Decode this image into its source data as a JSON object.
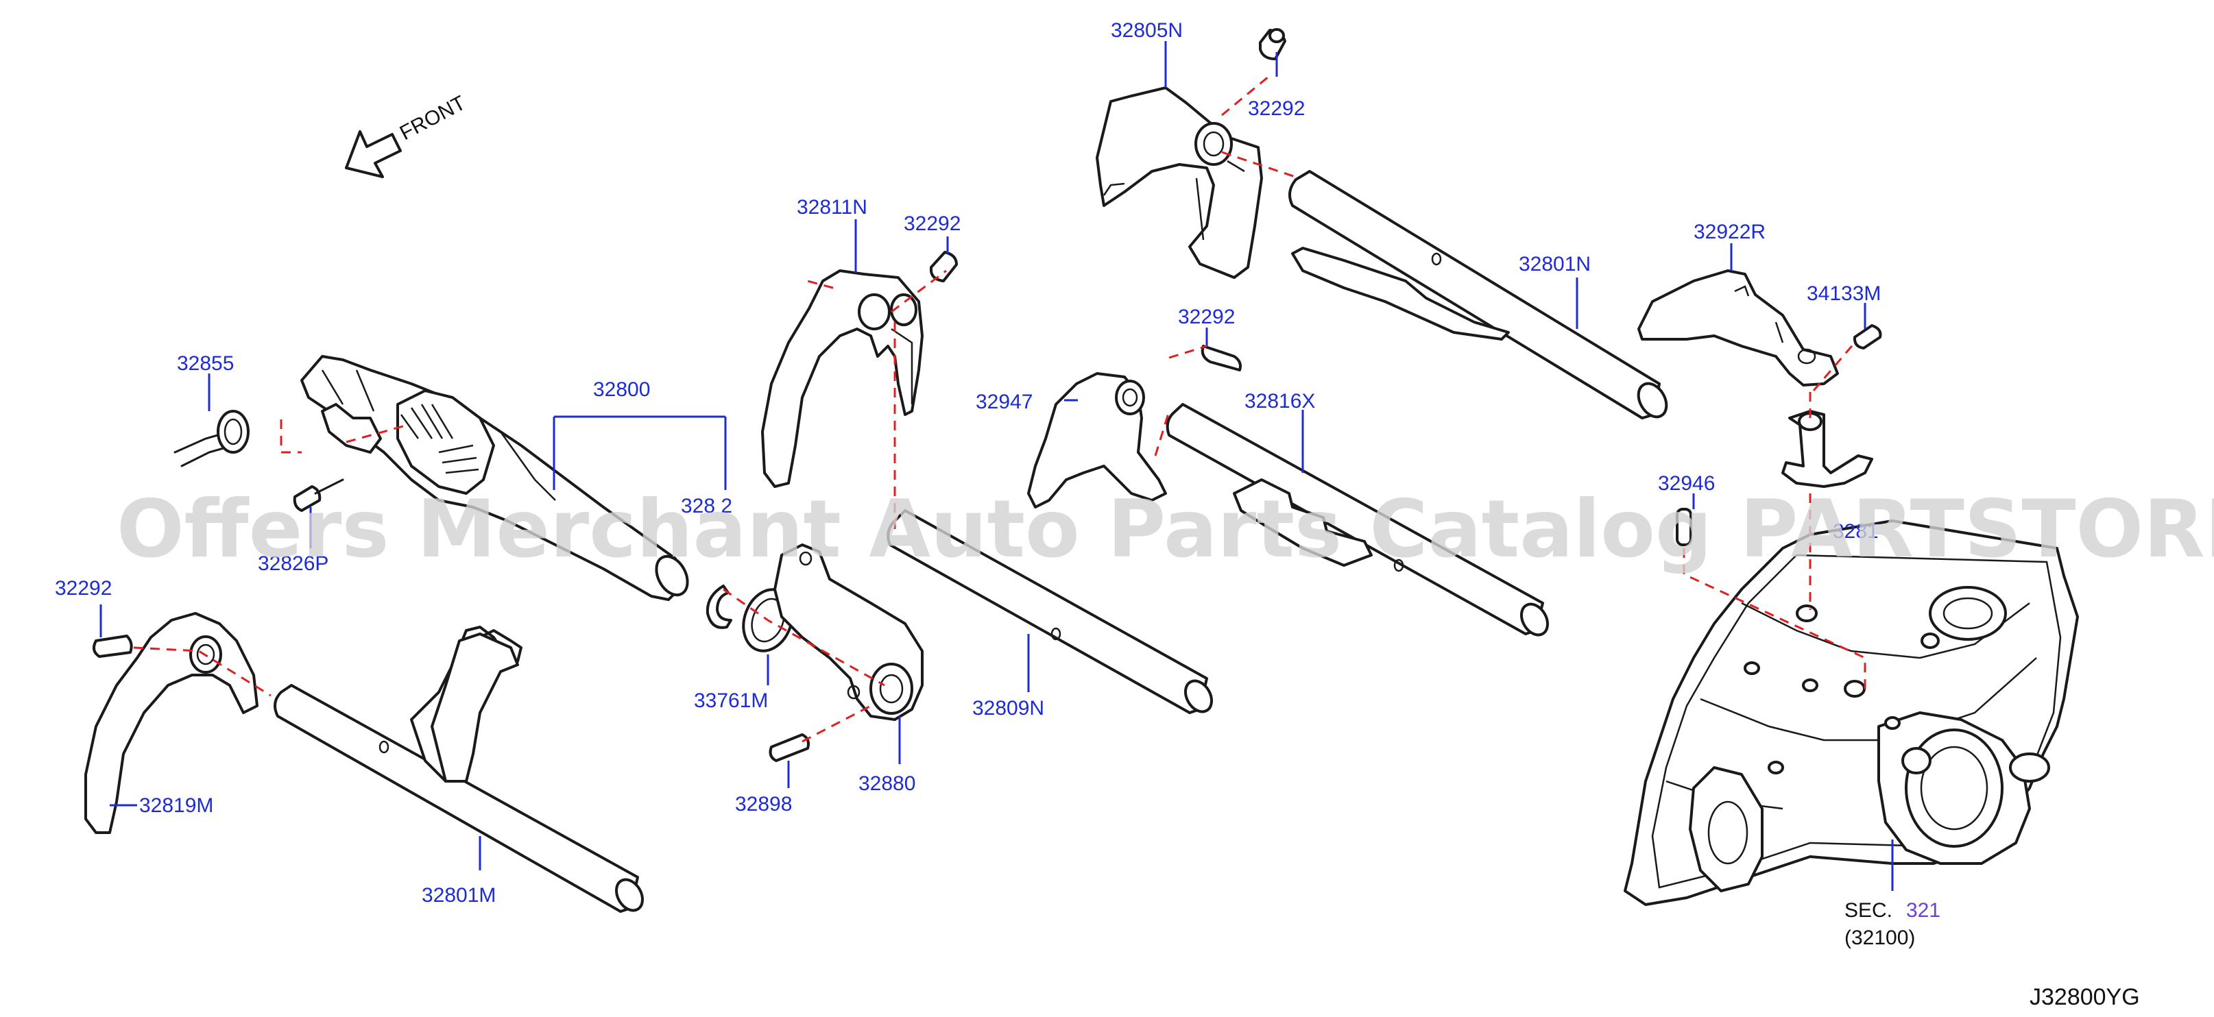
{
  "diagram": {
    "watermark": "Offers Merchant Auto Parts Catalog PARTSTORE.SA",
    "front_label": "FRONT",
    "diagram_code": "J32800YG",
    "section_ref": {
      "prefix": "SEC.",
      "number": "321",
      "sub": "(32100)"
    },
    "parts": {
      "p32805N": "32805N",
      "p32292_top": "32292",
      "p32801N": "32801N",
      "p32922R": "32922R",
      "p34133M": "34133M",
      "p32811N": "32811N",
      "p32292_mid": "32292",
      "p32292_right": "32292",
      "p32947": "32947",
      "p32816X": "32816X",
      "p32855": "32855",
      "p32800": "32800",
      "p32826P": "32826P",
      "p328x2": "328 2",
      "p32946": "32946",
      "p3281x": "3281",
      "p32292_left": "32292",
      "p33761M": "33761M",
      "p32809N": "32809N",
      "p32819M": "32819M",
      "p32898": "32898",
      "p32880": "32880",
      "p32801M": "32801M"
    },
    "colors": {
      "label_blue": "#1d2bd6",
      "leader_red_dashed": "#e02020",
      "section_purple": "#6b3fd6",
      "watermark_gray": "#d2d2d2"
    }
  }
}
